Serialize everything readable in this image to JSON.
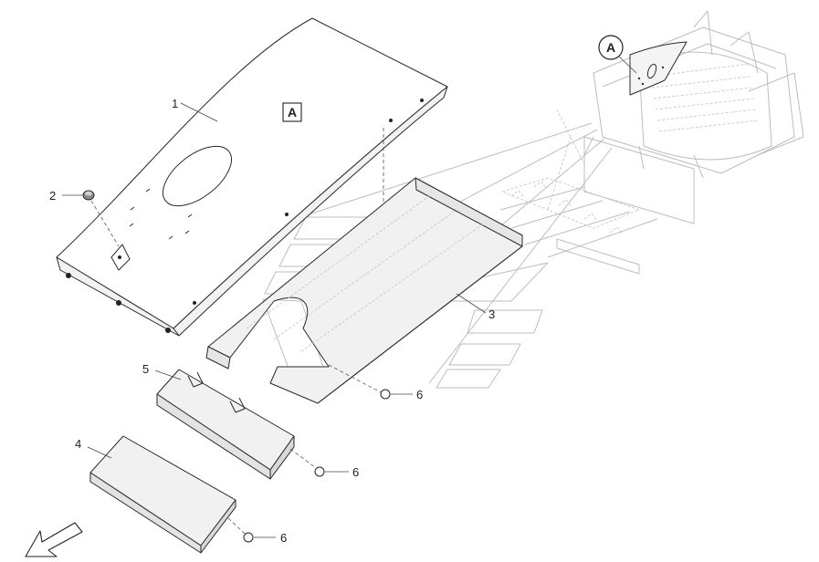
{
  "callouts": {
    "part_1": "1",
    "part_2": "2",
    "part_3": "3",
    "part_4": "4",
    "part_5": "5",
    "part_6a": "6",
    "part_6b": "6",
    "part_6c": "6"
  },
  "view_labels": {
    "panel_view": "A",
    "machine_view": "A"
  },
  "icons": {
    "direction": "direction-arrow-icon"
  }
}
